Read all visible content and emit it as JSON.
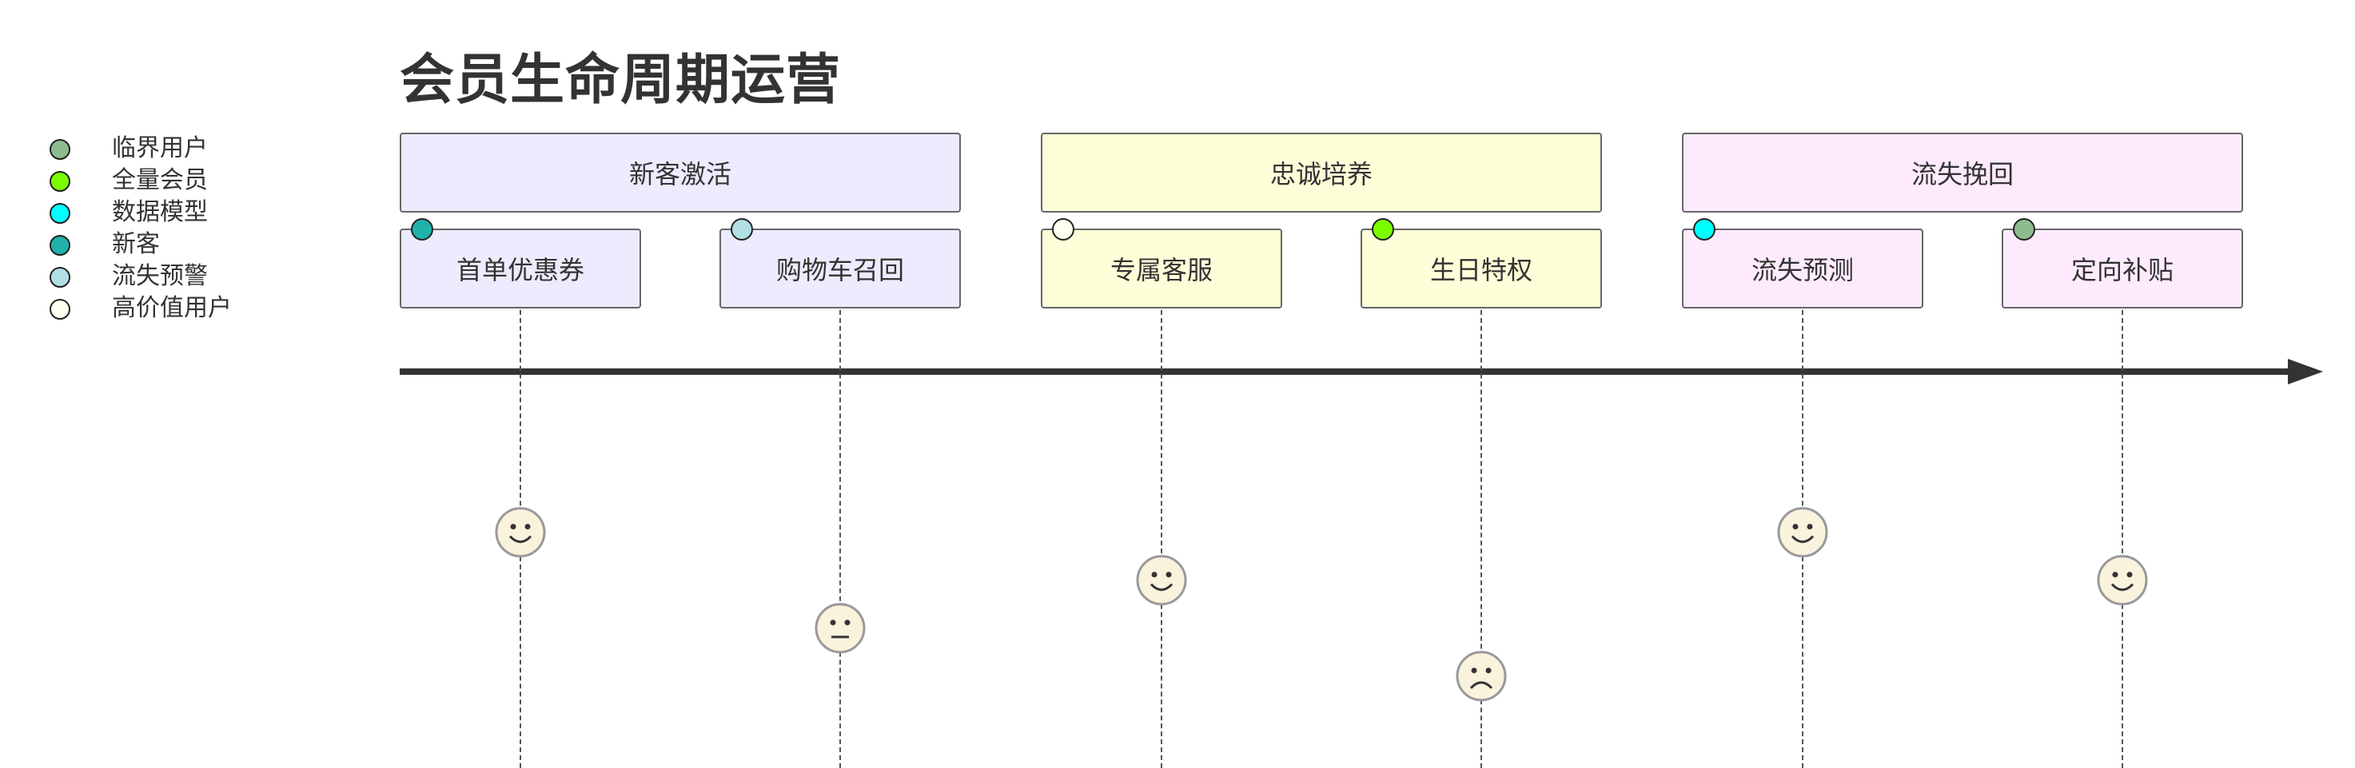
{
  "title": "会员生命周期运营",
  "colors": {
    "section_1": "#ececfe",
    "section_2": "#fefed8",
    "section_3": "#fdebfd",
    "face_fill": "#f9f2dc",
    "face_stroke": "#999999",
    "arrow": "#333333"
  },
  "legend": [
    {
      "label": "临界用户",
      "color": "#8fbc8f"
    },
    {
      "label": "全量会员",
      "color": "#7cfc00"
    },
    {
      "label": "数据模型",
      "color": "#00ffff"
    },
    {
      "label": "新客",
      "color": "#20b2aa"
    },
    {
      "label": "流失预警",
      "color": "#b0e0e6"
    },
    {
      "label": "高价值用户",
      "color": "#fffff0"
    }
  ],
  "sections": [
    {
      "label": "新客激活",
      "tasks": [
        {
          "label": "首单优惠券",
          "actor_color": "#20b2aa",
          "mood": "happy"
        },
        {
          "label": "购物车召回",
          "actor_color": "#b0e0e6",
          "mood": "neutral"
        }
      ]
    },
    {
      "label": "忠诚培养",
      "tasks": [
        {
          "label": "专属客服",
          "actor_color": "#fffff0",
          "mood": "happy"
        },
        {
          "label": "生日特权",
          "actor_color": "#7cfc00",
          "mood": "sad"
        }
      ]
    },
    {
      "label": "流失挽回",
      "tasks": [
        {
          "label": "流失预测",
          "actor_color": "#00ffff",
          "mood": "happy"
        },
        {
          "label": "定向补贴",
          "actor_color": "#8fbc8f",
          "mood": "happy"
        }
      ]
    }
  ]
}
